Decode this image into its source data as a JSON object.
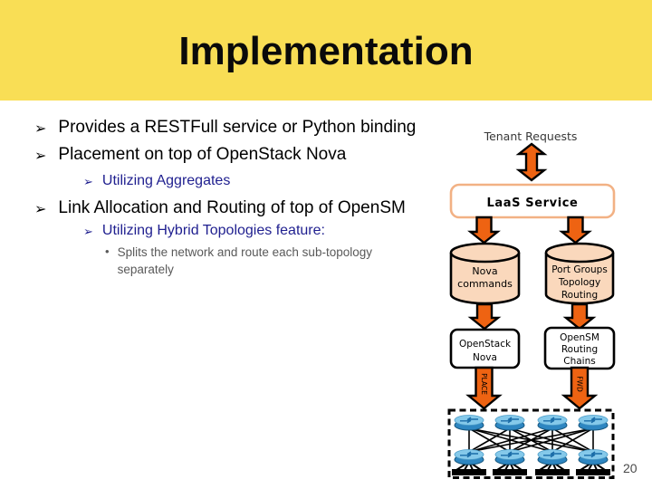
{
  "colors": {
    "banner-yellow": "#F9DE55",
    "arrow-orange": "#EE6312",
    "peach-border": "#F2B184",
    "cylinder-fill": "#FAD8BC",
    "bullet-blue": "#1F1F8F",
    "note-gray": "#595959",
    "switch-top": "#85C9EA",
    "switch-side": "#2E86C1"
  },
  "header": {
    "title": "Implementation"
  },
  "bullets": {
    "l1_marker": "➢",
    "l2_marker": "➢",
    "l3_marker": "•",
    "items": [
      {
        "level": 1,
        "text": "Provides a RESTFull service or Python binding"
      },
      {
        "level": 1,
        "text": "Placement on top of OpenStack Nova"
      },
      {
        "level": 2,
        "text": "Utilizing Aggregates"
      },
      {
        "level": 1,
        "text": "Link Allocation and Routing of top of OpenSM"
      },
      {
        "level": 2,
        "text": "Utilizing Hybrid Topologies feature:"
      },
      {
        "level": 3,
        "text": "Splits the network and route each sub-topology separately"
      }
    ]
  },
  "diagram": {
    "tenant_requests_label": "Tenant Requests",
    "laas_service_label": "LaaS Service",
    "nova_commands": {
      "line1": "Nova",
      "line2": "commands"
    },
    "port_groups": {
      "line1": "Port Groups",
      "line2": "Topology",
      "line3": "Routing"
    },
    "openstack_nova": {
      "line1": "OpenStack",
      "line2": "Nova"
    },
    "opensm_chains": {
      "line1": "OpenSM",
      "line2": "Routing",
      "line3": "Chains"
    },
    "place_label": "PLACE",
    "fwd_label": "FWD"
  },
  "footer": {
    "page_number": "20"
  }
}
